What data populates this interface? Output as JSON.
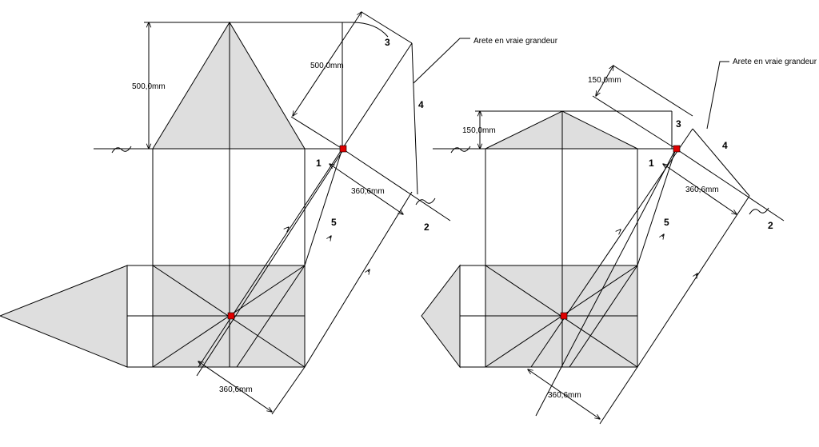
{
  "left_view": {
    "dim_height": "500,0mm",
    "dim_true_length": "500,0mm",
    "dim_diag_top": "360,6mm",
    "dim_diag_bottom": "360,6mm",
    "point_1": "1",
    "point_2": "2",
    "point_3": "3",
    "point_4": "4",
    "point_5": "5",
    "annotation": "Arete en vraie grandeur"
  },
  "right_view": {
    "dim_height": "150,0mm",
    "dim_true_length": "150,0mm",
    "dim_diag_top": "360,6mm",
    "dim_diag_bottom": "360,6mm",
    "point_1": "1",
    "point_2": "2",
    "point_3": "3",
    "point_4": "4",
    "point_5": "5",
    "annotation": "Arete en vraie grandeur"
  }
}
